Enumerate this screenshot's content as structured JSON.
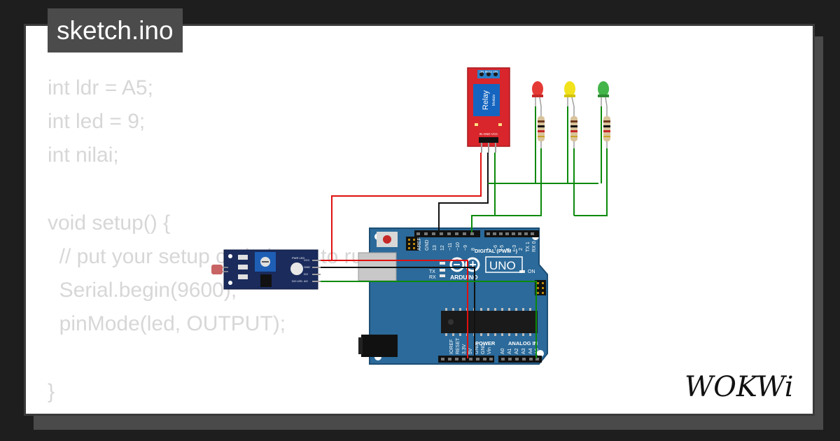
{
  "window": {
    "title": "sketch.ino"
  },
  "code": {
    "lines": [
      "int ldr = A5;",
      "int led = 9;",
      "int nilai;",
      "",
      "void setup() {",
      "  // put your setup code here, to run once:",
      "  Serial.begin(9600);",
      "  pinMode(led, OUTPUT);",
      "",
      "}"
    ]
  },
  "relay": {
    "label": "Relay",
    "sublabel": "Module",
    "top_pins": "NO  COM  NC",
    "bottom_pins": "IN  GND  VCC"
  },
  "ldr_module": {
    "pins": [
      "VCC",
      "GND",
      "DO",
      "AO"
    ],
    "led_labels": [
      "PWR LED",
      "DO LED"
    ]
  },
  "arduino": {
    "model": "UNO",
    "brand": "ARDUINO",
    "digital_label": "DIGITAL (PWM ~)",
    "power_label": "POWER",
    "analog_label": "ANALOG IN",
    "on_label": "ON",
    "tx_label": "TX",
    "rx_label": "RX",
    "top_left_pins": [
      "AREF",
      "GND",
      "13",
      "12",
      "~11",
      "~10",
      "~9",
      "8"
    ],
    "top_right_pins": [
      "7",
      "~6",
      "~5",
      "4",
      "~3",
      "2",
      "TX 1",
      "RX 0"
    ],
    "power_pins": [
      "IOREF",
      "RESET",
      "3.3V",
      "5V",
      "GND",
      "GND",
      "Vin"
    ],
    "analog_pins": [
      "A0",
      "A1",
      "A2",
      "A3",
      "A4",
      "A5"
    ]
  },
  "leds": [
    {
      "color_name": "red",
      "color": "#e53935"
    },
    {
      "color_name": "yellow",
      "color": "#f2e21c"
    },
    {
      "color_name": "green",
      "color": "#43b549"
    }
  ],
  "wire_colors": {
    "red": "#e01010",
    "black": "#111111",
    "green": "#0a8a0a"
  },
  "brand": {
    "logo_text": "WOKWi"
  }
}
